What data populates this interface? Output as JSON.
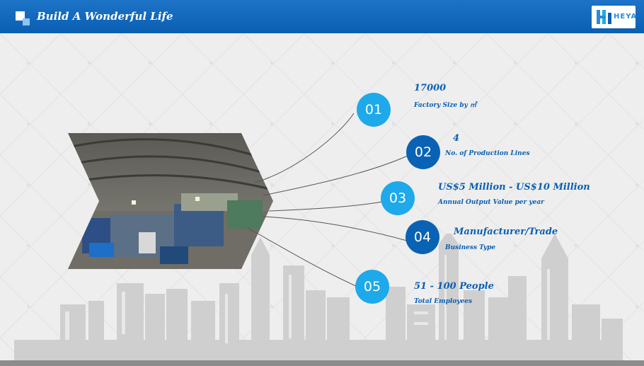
{
  "header": {
    "title": "Build A Wonderful Life",
    "brand_text": "HEYA"
  },
  "stats": [
    {
      "number": "01",
      "value": "17000",
      "label": "Factory Size by ㎡"
    },
    {
      "number": "02",
      "value": "4",
      "label": "No. of Production Lines"
    },
    {
      "number": "03",
      "value": "US$5 Million - US$10 Million",
      "label": "Annual Output Value per year"
    },
    {
      "number": "04",
      "value": "Manufacturer/Trade",
      "label": "Business Type"
    },
    {
      "number": "05",
      "value": "51 - 100 People",
      "label": "Total Employees"
    }
  ],
  "colors": {
    "header_blue": "#0a5fb3",
    "circle_light": "#1ea9ea",
    "circle_dark": "#0a62b4",
    "text_blue": "#0a5fb3",
    "background": "#eeeeee"
  },
  "icons": [
    "brand-logo-icon",
    "header-squares-icon"
  ],
  "images": [
    "factory-production-line-photo",
    "city-skyline-silhouette"
  ]
}
